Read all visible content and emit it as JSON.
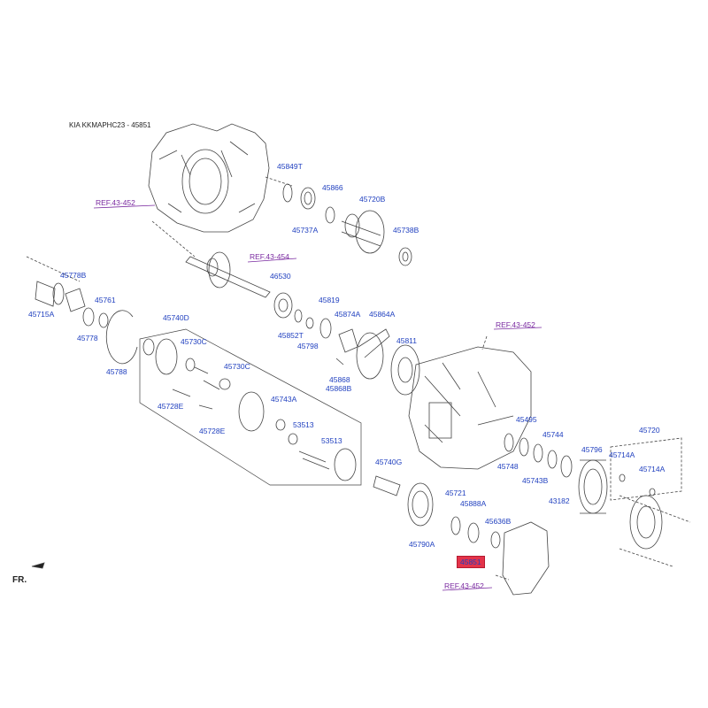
{
  "header": "KIA KKMAPHC23 - 45851",
  "fr_label": "FR.",
  "highlight_color": "#e3334a",
  "label_color": "#1f3fbf",
  "ref_color": "#7a2aa0",
  "selected_part": "45851",
  "refs": {
    "r1": "REF.43-452",
    "r2": "REF.43-454",
    "r3": "REF.43-452",
    "r4": "REF.43-452"
  },
  "parts": {
    "p45849T": "45849T",
    "p45866": "45866",
    "p45720B": "45720B",
    "p45737A": "45737A",
    "p45738B": "45738B",
    "p45778B": "45778B",
    "p46530": "46530",
    "p45761": "45761",
    "p45819": "45819",
    "p45715A": "45715A",
    "p45778": "45778",
    "p45874A": "45874A",
    "p45864A": "45864A",
    "p45852T": "45852T",
    "p45798": "45798",
    "p45740D": "45740D",
    "p45730C1": "45730C",
    "p45811": "45811",
    "p45788": "45788",
    "p45730C2": "45730C",
    "p45868": "45868",
    "p45868B": "45868B",
    "p45743A": "45743A",
    "p45728E1": "45728E",
    "p53513a": "53513",
    "p45728E2": "45728E",
    "p53513b": "53513",
    "p45495": "45495",
    "p45720": "45720",
    "p45744": "45744",
    "p45796": "45796",
    "p45714A1": "45714A",
    "p45740G": "45740G",
    "p45748": "45748",
    "p45714A2": "45714A",
    "p45743B": "45743B",
    "p45721": "45721",
    "p43182": "43182",
    "p45888A": "45888A",
    "p45636B": "45636B",
    "p45790A": "45790A",
    "p45851": "45851"
  }
}
